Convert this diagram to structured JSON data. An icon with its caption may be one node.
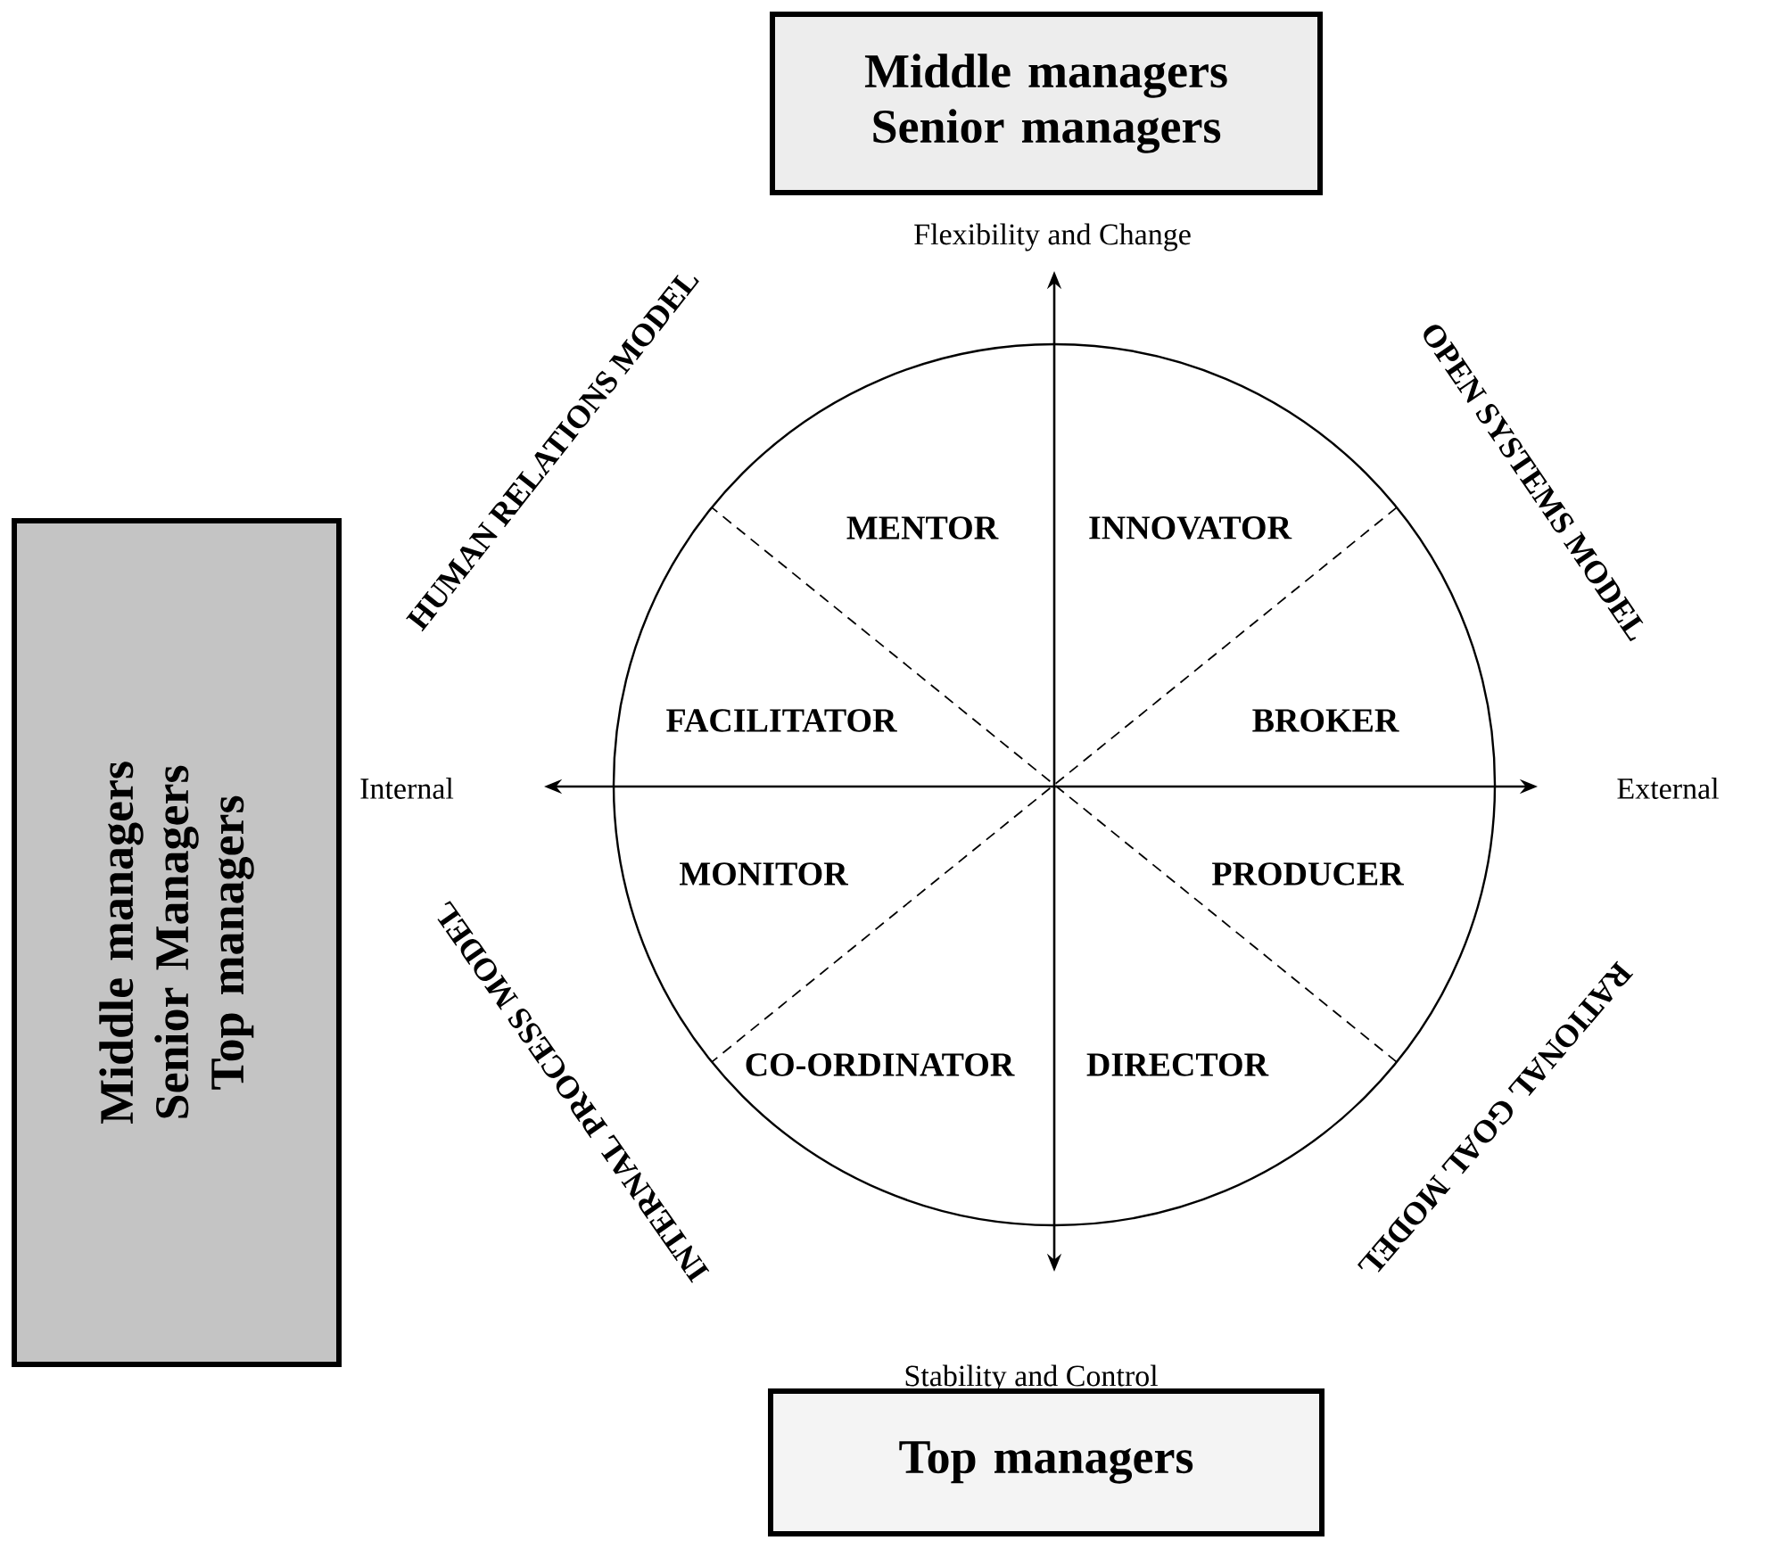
{
  "diagram": {
    "nodes": [
      {
        "text": [
          "Middle managers Senior managers"
        ]
      },
      {
        "text": [
          "Middle managers Senior Managers Top managers"
        ]
      },
      {
        "text": [
          "Top managers"
        ]
      }
    ],
    "labels": [
      "Flexibility and Change",
      "HUMAN RELATIONS MODEL",
      "OPEN SYSTEMS MODEL",
      "MENTOR",
      "INNOVATOR",
      "FACILITATOR",
      "BROKER",
      "Internal",
      "External",
      "MONITOR",
      "PRODUCER",
      "CO-ORDINATOR",
      "DIRECTOR",
      "INTERNAL PROCESS MODEL",
      "RATIONAL GOAL MODEL",
      "Stability and Control"
    ]
  }
}
